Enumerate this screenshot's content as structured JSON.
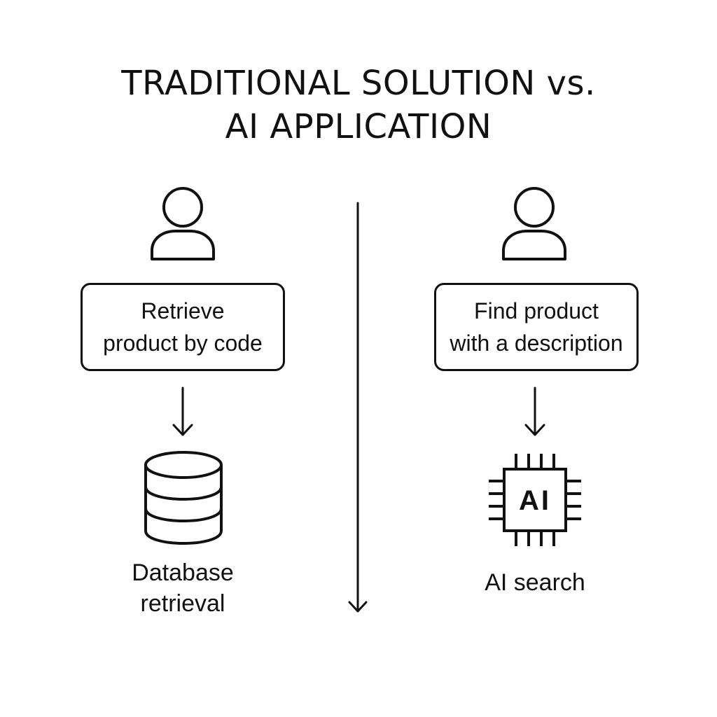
{
  "title": {
    "line1": "TRADITIONAL  SOLUTION vs.",
    "line2": "AI APPLICATION"
  },
  "left": {
    "box_line1": "Retrieve",
    "box_line2": "product by code",
    "icon": "database-icon",
    "caption_line1": "Database",
    "caption_line2": "retrieval"
  },
  "right": {
    "box_line1": "Find product",
    "box_line2": "with a description",
    "icon": "ai-chip-icon",
    "chip_label": "AI",
    "caption_line1": "AI search"
  },
  "colors": {
    "ink": "#111111",
    "background": "#ffffff"
  }
}
